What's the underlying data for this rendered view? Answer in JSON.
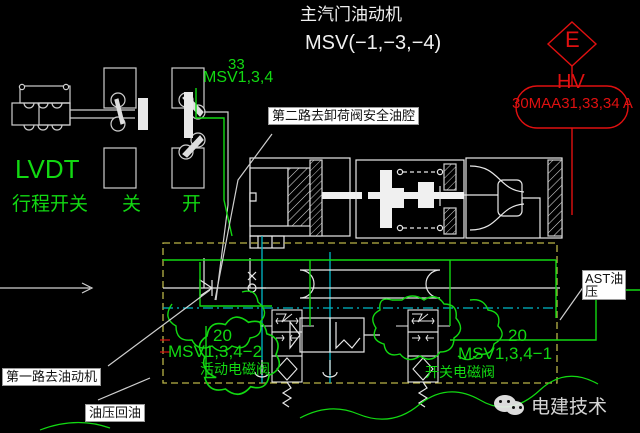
{
  "diagram": {
    "kind": "cad-hydraulic-schematic",
    "title_cn": "主汽门油动机",
    "title_code": "MSV(−1,−3,−4)",
    "background": "#000000"
  },
  "colors": {
    "white": "#f2f2f2",
    "green": "#12d912",
    "red": "#e01010",
    "cyan": "#00b9c8",
    "yellow": "#b9b447",
    "grey": "#b0b0b0"
  },
  "labels": {
    "lvdt": "LVDT",
    "limit_switch": "行程开关",
    "limit_closed": "关",
    "limit_open": "开",
    "msv_tag_num": "33",
    "msv_tag_name": "MSV1,3,4",
    "second_path": "第二路去卸荷阀安全油腔",
    "first_path": "第一路去油动机",
    "oil_return": "油压回油",
    "ast_oil_l1": "AST油",
    "ast_oil_l2": "压",
    "sol_left_num": "20",
    "sol_left_tag": "MSV1,3,4−2",
    "sol_left_name": "活动电磁阀",
    "sol_right_num": "20",
    "sol_right_tag": "MSV1,3,4−1",
    "sol_right_name": "开关电磁阀"
  },
  "hv_device": {
    "diamond_letter": "E",
    "name": "HV",
    "kks_code": "30MAA31,33,34 A"
  },
  "watermark": {
    "icon": "wechat-icon",
    "text": "电建技术"
  }
}
